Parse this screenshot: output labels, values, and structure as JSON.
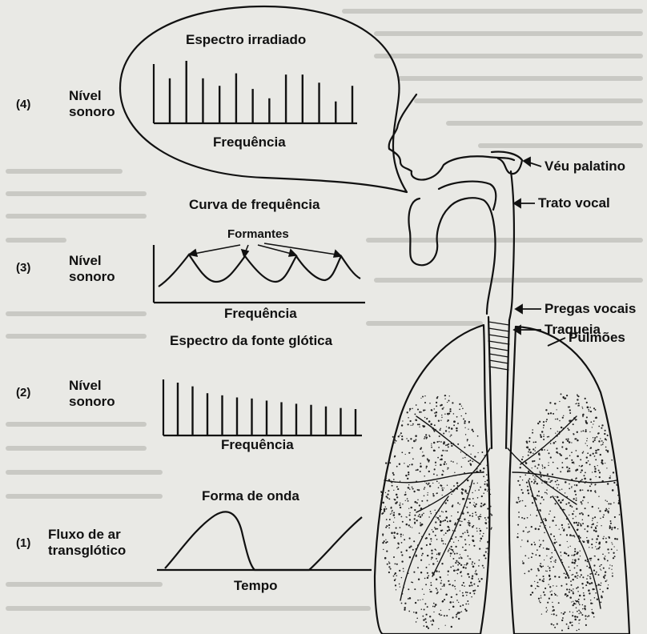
{
  "panels": [
    {
      "number": "(4)",
      "level_label_line1": "Nível",
      "level_label_line2": "sonoro",
      "title": "Espectro irradiado",
      "axis_label": "Frequência"
    },
    {
      "number": "(3)",
      "level_label_line1": "Nível",
      "level_label_line2": "sonoro",
      "title": "Curva de frequência",
      "axis_label": "Frequência",
      "annotation": "Formantes"
    },
    {
      "number": "(2)",
      "level_label_line1": "Nível",
      "level_label_line2": "sonoro",
      "title": "Espectro da fonte glótica",
      "axis_label": "Frequência"
    },
    {
      "number": "(1)",
      "level_label_line1": "Fluxo de ar",
      "level_label_line2": "transglótico",
      "title": "Forma de onda",
      "axis_label": "Tempo"
    }
  ],
  "anatomy_labels": {
    "veu": "Véu palatino",
    "trato": "Trato vocal",
    "pregas": "Pregas vocais",
    "traqueia": "Traqueia",
    "pulmoes": "Pulmões"
  },
  "spectra": {
    "radiated_line_heights": [
      0.72,
      1.0,
      0.72,
      0.6,
      0.8,
      0.55,
      0.4,
      0.78,
      0.78,
      0.65,
      0.35,
      0.6
    ],
    "source_line_heights": [
      1.0,
      0.93,
      0.8,
      0.76,
      0.72,
      0.7,
      0.66,
      0.63,
      0.6,
      0.58,
      0.55,
      0.52,
      0.5
    ]
  }
}
